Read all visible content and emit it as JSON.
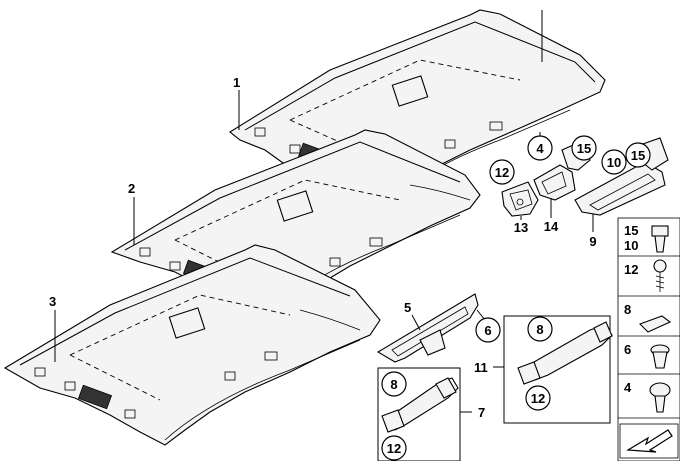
{
  "callouts": {
    "headliner_1": "1",
    "headliner_2": "2",
    "headliner_3": "3",
    "part_4_circle": "4",
    "bracket_5": "5",
    "part_6_circle": "6",
    "handle_assembly_7": "7",
    "handle_top_8": "8",
    "handle_top_12": "12",
    "bracket_9": "9",
    "bracket_9_10": "10",
    "bracket_9_15": "15",
    "handle_assembly_11": "11",
    "handle_11_8": "8",
    "handle_11_12": "12",
    "clip_13": "13",
    "clip_13_12": "12",
    "bracket_14": "14",
    "bracket_14_15": "15"
  },
  "fastener_panel": {
    "items": [
      {
        "label_a": "15",
        "label_b": "10"
      },
      {
        "label_a": "12",
        "label_b": ""
      },
      {
        "label_a": "8",
        "label_b": ""
      },
      {
        "label_a": "6",
        "label_b": ""
      },
      {
        "label_a": "4",
        "label_b": ""
      }
    ]
  },
  "icons": {
    "navigation_arrow": "arrow-down-left-icon"
  }
}
